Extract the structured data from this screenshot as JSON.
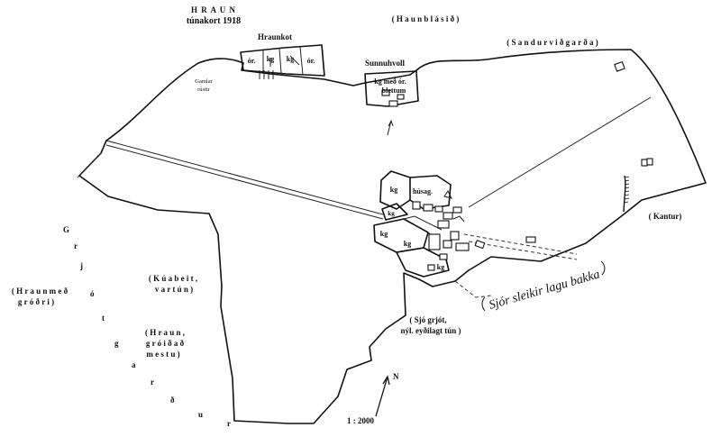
{
  "title": "H R A U N",
  "subtitle": "túnakort 1918",
  "scale": "1 : 2000",
  "north": "N",
  "labels": {
    "haun_blasid": "( H a u n   b l á s i ð )",
    "sandur": "( S a n d u r   v i ð   g a r ð a )",
    "hraunkot": "Hraunkot",
    "or_1": "ór.",
    "kg_1": "kg",
    "kg_2": "kg",
    "or_2": "ór.",
    "gamlar": "Gamlar",
    "rustir": "rústir",
    "sunnuhvoll": "Sunnuhvoll",
    "kg_med_or": "kg með ór.",
    "blettum": "blettum",
    "kg_3": "kg",
    "husag": "húsag.",
    "kg_4": "kg",
    "kg_5": "kg",
    "kg_6": "kg",
    "kg_7": "kg",
    "kantur": "( Kantur)",
    "kuabeit_1": "( K ú a b e i t ,",
    "kuabeit_2": "v a r   t ú n )",
    "hraun_med_1": "( H r a u n   m e ð",
    "hraun_med_2": "g r ó ð r i )",
    "hraun_groid_1": "( H r a u n ,",
    "hraun_groid_2": "g r ó i ð   a ð",
    "hraun_groid_3": "m e s t u )",
    "sjo_grjot_1": "( Sjó grjót,",
    "sjo_grjot_2": "nýl. eyðilagt tún )",
    "handwritten": "Sjór sleikir lagu bakka"
  },
  "grjotgardur_letters": [
    "G",
    "r",
    "j",
    "ó",
    "t",
    "g",
    "a",
    "r",
    "ð",
    "u",
    "r"
  ]
}
